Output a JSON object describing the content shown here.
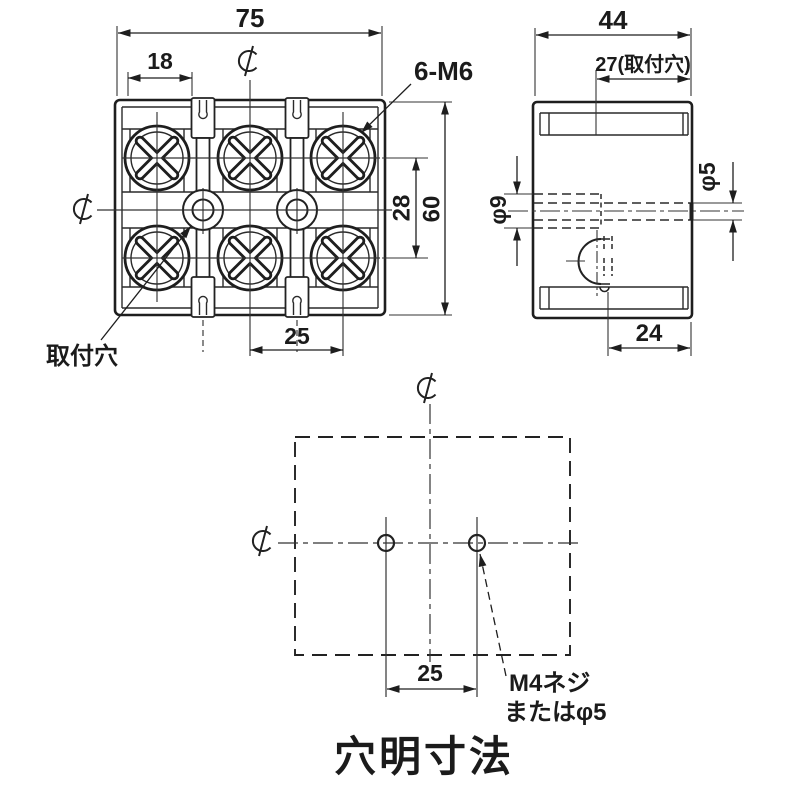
{
  "caption": "穴明寸法",
  "front_view": {
    "width_dim": "75",
    "terminal_width_dim": "18",
    "height_dim": "60",
    "row_pitch_dim": "28",
    "pole_pitch_dim": "25",
    "screw_spec_label": "6-M6",
    "mounting_hole_label": "取付穴"
  },
  "side_view": {
    "depth_dim": "44",
    "mounting_hole_offset_dim": "27(取付穴)",
    "counterbore_dia_dim": "φ9",
    "hole_dia_dim": "φ5",
    "hole_to_edge_dim": "24"
  },
  "hole_layout": {
    "pitch_dim": "25",
    "note_line1": "M4ネジ",
    "note_line2": "またはφ5"
  },
  "colors": {
    "line": "#1e1e1e",
    "background": "#ffffff"
  }
}
